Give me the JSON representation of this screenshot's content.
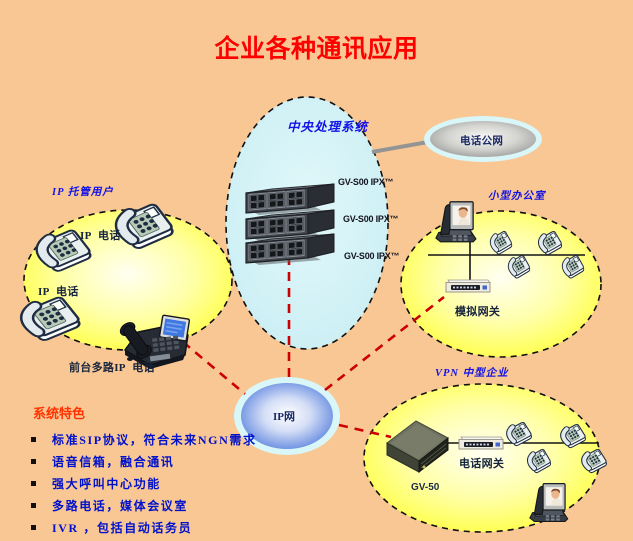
{
  "title": "企业各种通讯应用",
  "central_system": {
    "label": "中央处理系统",
    "servers": [
      {
        "label": "GV-S00 IPX™"
      },
      {
        "label": "GV-S00 IPX™"
      },
      {
        "label": "GV-S00 IPX™"
      }
    ]
  },
  "pstn_cloud": {
    "label": "电话公网"
  },
  "ip_net_cloud": {
    "label": "IP网"
  },
  "ip_users": {
    "label": "IP 托管用户",
    "phone_label_1": "IP 电话",
    "phone_label_2": "IP 电话",
    "front_desk_label": "前台多路IP 电话"
  },
  "small_office": {
    "label": "小型办公室",
    "gateway_label": "模拟网关"
  },
  "vpn": {
    "label": "VPN 中型企业",
    "device_label": "GV-50",
    "gateway_label": "电话网关"
  },
  "features": {
    "heading": "系统特色",
    "items": [
      "标准SIP协议，符合未来NGN需求",
      "语音信箱，融合通讯",
      "强大呼叫中心功能",
      "多路电话，媒体会议室",
      "IVR ，包括自动话务员"
    ]
  },
  "colors": {
    "background": "#f9c794",
    "title_red": "#fe0000",
    "features_red": "#ff3300",
    "label_blue": "#0000e0",
    "bullet_blue": "#0011cc",
    "cloud_cyan": "#d9f6f8",
    "ellipse_yellow": "#ffff38",
    "link_red": "#cc0000"
  }
}
